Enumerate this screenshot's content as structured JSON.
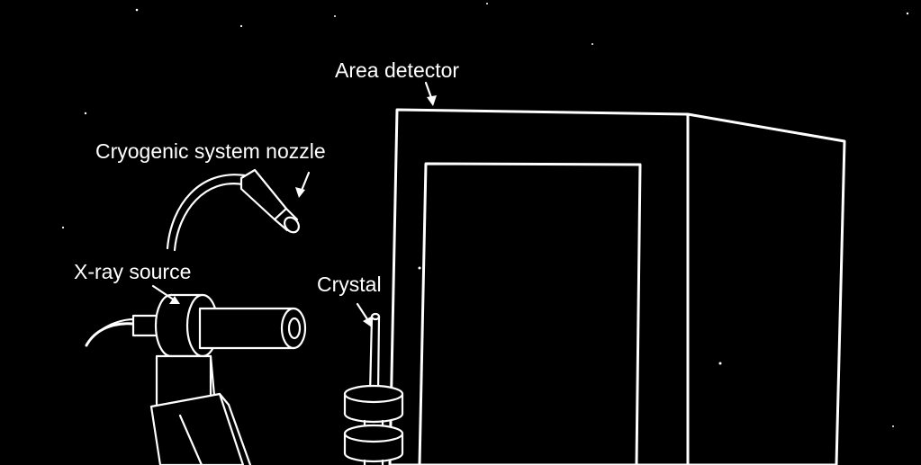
{
  "colors": {
    "background": "#000000",
    "line": "#ffffff"
  },
  "labels": {
    "area_detector": "Area detector",
    "cryo_nozzle": "Cryogenic system nozzle",
    "xray_source": "X-ray source",
    "crystal": "Crystal"
  }
}
